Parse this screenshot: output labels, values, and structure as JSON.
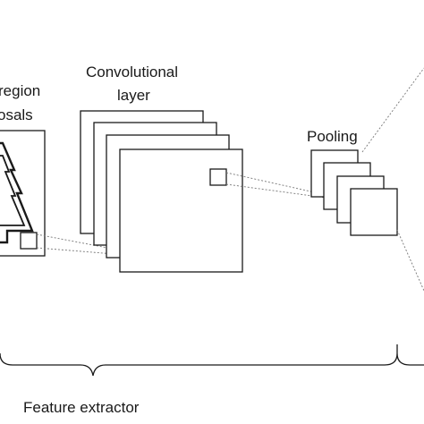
{
  "labels": {
    "region_proposals_line1": "region",
    "region_proposals_line2": "osals",
    "convolutional_line1": "Convolutional",
    "convolutional_line2": "layer",
    "pooling": "Pooling",
    "feature_extractor": "Feature extractor"
  },
  "colors": {
    "stroke": "#1a1a1a",
    "dashed": "#777777",
    "background": "#ffffff"
  }
}
